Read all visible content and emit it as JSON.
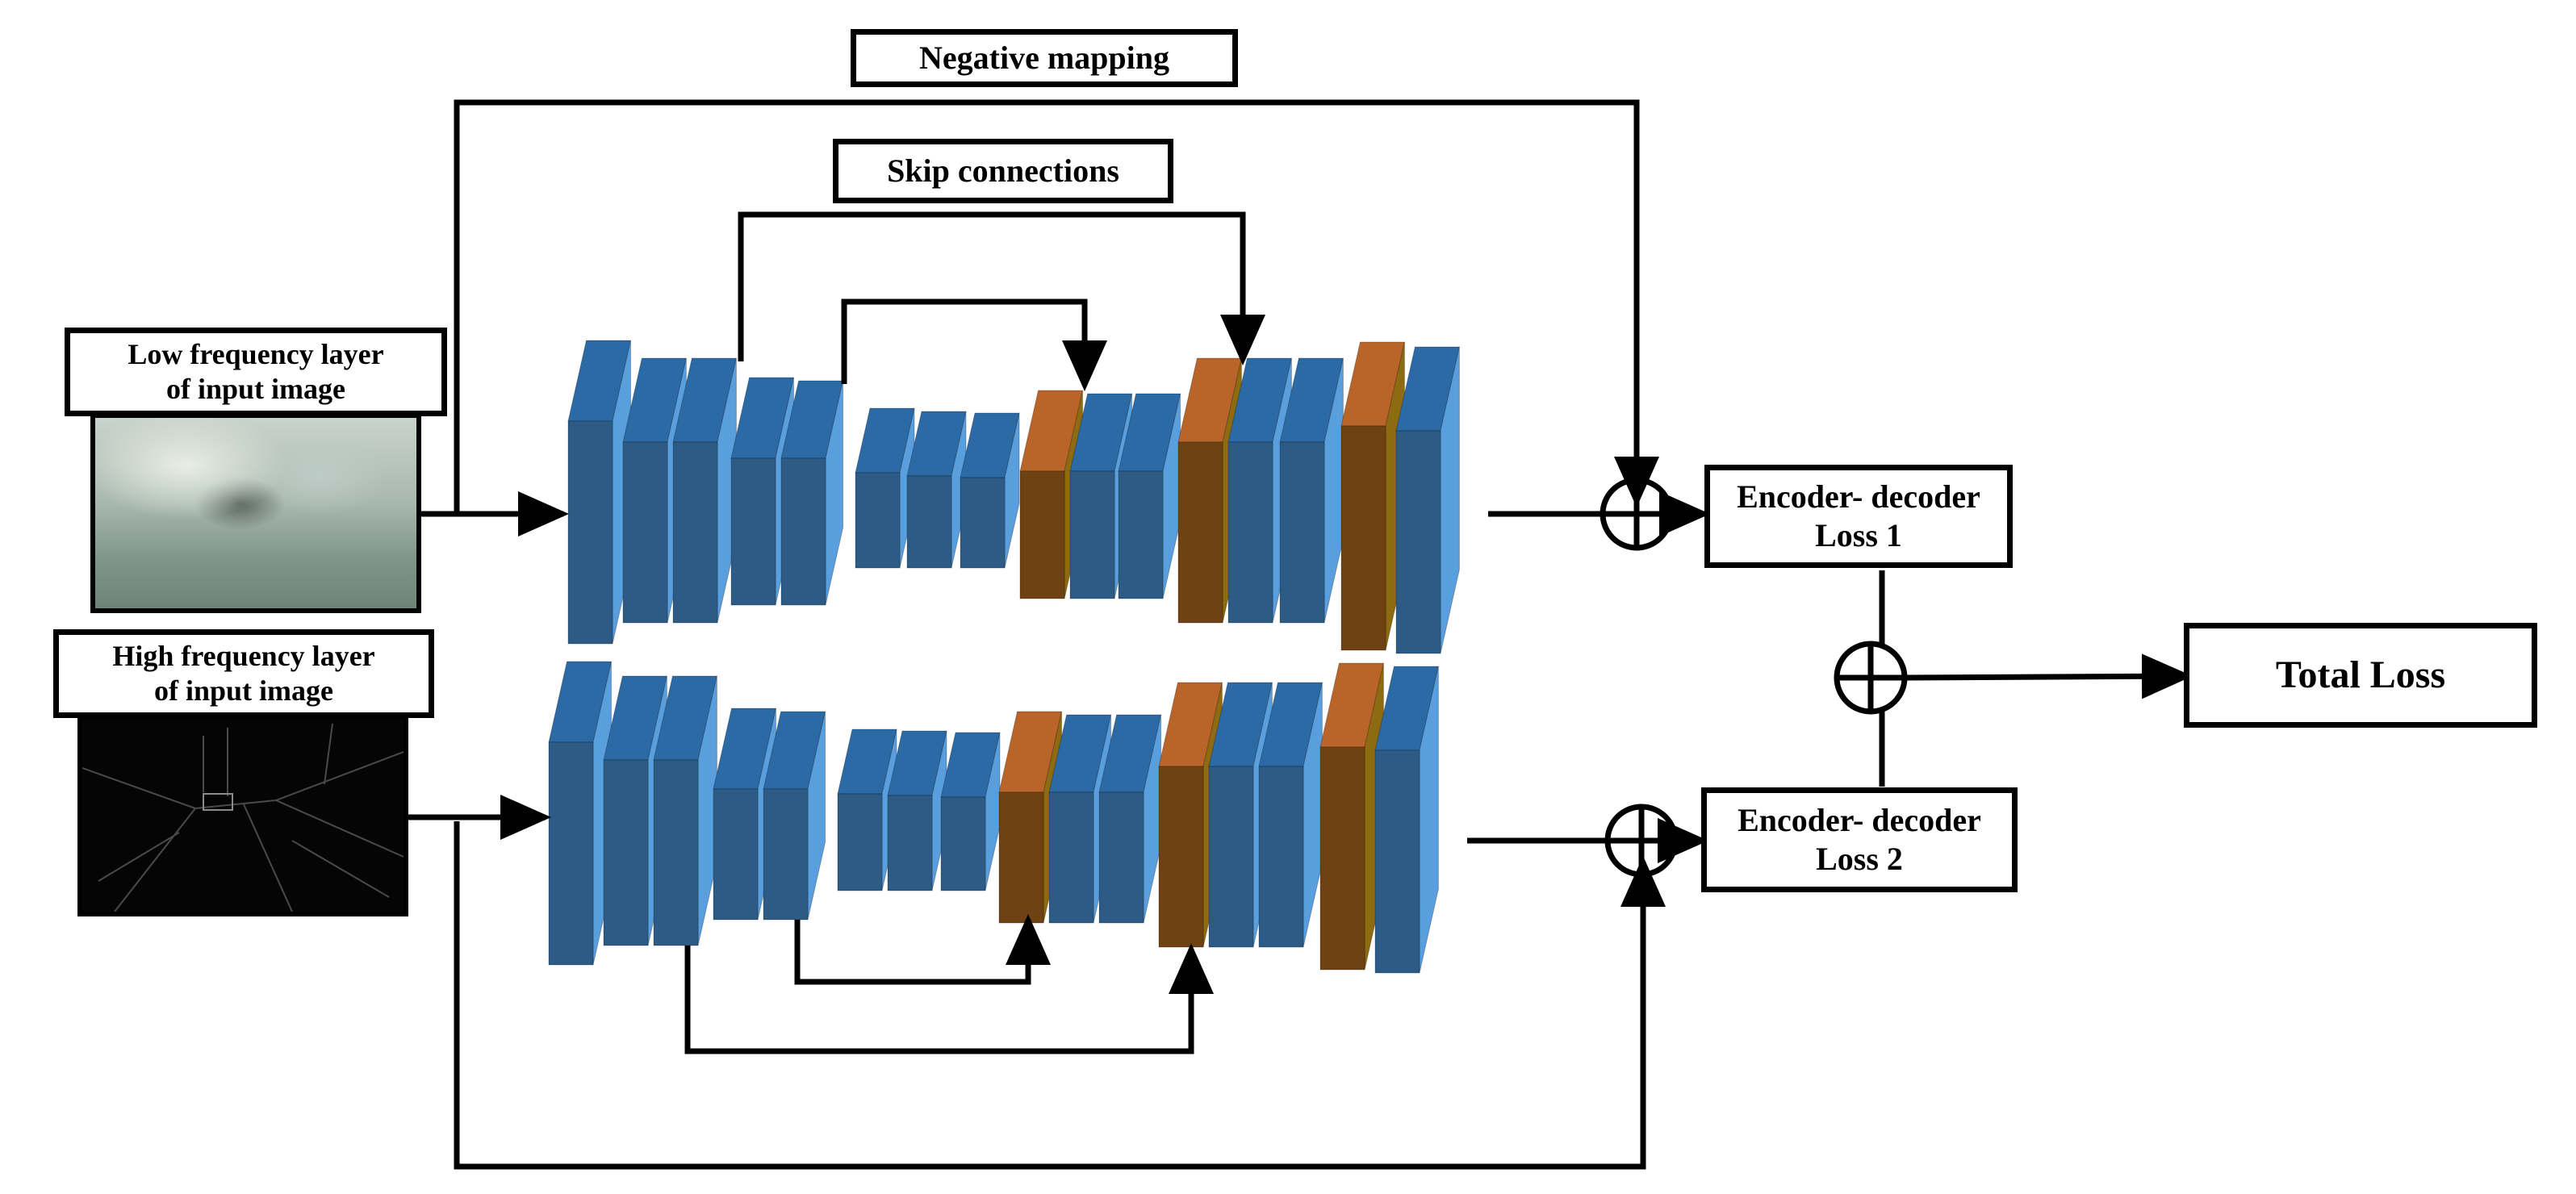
{
  "labels": {
    "negative_mapping": "Negative mapping",
    "skip_connections": "Skip connections",
    "low_freq_line1": "Low frequency layer",
    "low_freq_line2": "of input image",
    "high_freq_line1": "High frequency layer",
    "high_freq_line2": "of input image",
    "loss1_line1": "Encoder- decoder",
    "loss1_line2": "Loss 1",
    "loss2_line1": "Encoder- decoder",
    "loss2_line2": "Loss 2",
    "total_loss": "Total Loss"
  },
  "networks": [
    {
      "name": "network-top",
      "layers": [
        "encoder",
        "encoder",
        "encoder",
        "encoder",
        "encoder",
        "bottleneck",
        "bottleneck",
        "bottleneck",
        "decoder-concat",
        "decoder",
        "decoder",
        "decoder-concat",
        "decoder",
        "decoder",
        "decoder-concat",
        "output"
      ]
    },
    {
      "name": "network-bottom",
      "layers": [
        "encoder",
        "encoder",
        "encoder",
        "encoder",
        "encoder",
        "bottleneck",
        "bottleneck",
        "bottleneck",
        "decoder-concat",
        "decoder",
        "decoder",
        "decoder-concat",
        "decoder",
        "decoder",
        "decoder-concat",
        "output"
      ]
    }
  ],
  "colors": {
    "block_front": "#2d5b86",
    "block_side": "#5a9fdd",
    "block_top": "#2c6aa6",
    "concat_front": "#6e4212",
    "concat_side": "#8e6a10",
    "concat_top": "#b9652a",
    "line": "#000000"
  }
}
